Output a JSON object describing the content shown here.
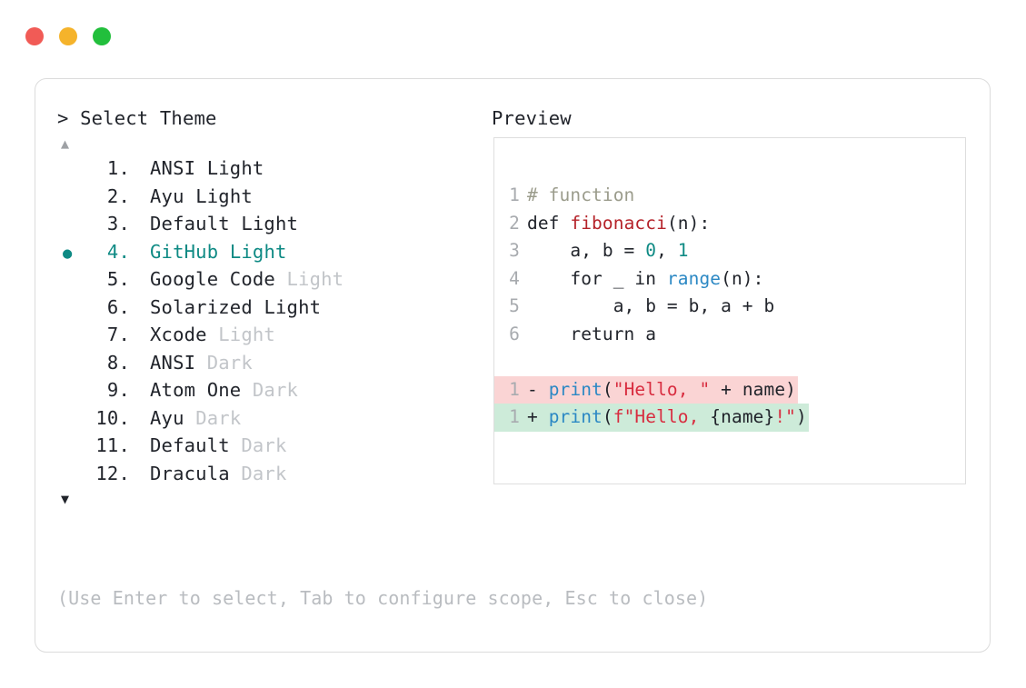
{
  "window": {
    "traffic_lights": [
      {
        "name": "close",
        "color": "#f15b56"
      },
      {
        "name": "minimize",
        "color": "#f5b32b"
      },
      {
        "name": "maximize",
        "color": "#22bf3c"
      }
    ]
  },
  "colors": {
    "accent_teal": "#0e8a84",
    "muted_gray": "#c2c5c9",
    "text": "#21242b",
    "hint": "#b9bcc0",
    "diff_del_bg": "#fad4d4",
    "diff_add_bg": "#cdebd9"
  },
  "left_panel": {
    "prompt": ">",
    "title": "Select Theme",
    "scroll_up_icon": "▲",
    "scroll_down_icon": "▼",
    "selected_index": 4,
    "selected_bullet": "●",
    "items": [
      {
        "index": "1.",
        "name": "ANSI",
        "variant": "Light",
        "variant_muted": false,
        "selected": false
      },
      {
        "index": "2.",
        "name": "Ayu",
        "variant": "Light",
        "variant_muted": false,
        "selected": false
      },
      {
        "index": "3.",
        "name": "Default",
        "variant": "Light",
        "variant_muted": false,
        "selected": false
      },
      {
        "index": "4.",
        "name": "GitHub",
        "variant": "Light",
        "variant_muted": false,
        "selected": true
      },
      {
        "index": "5.",
        "name": "Google Code",
        "variant": "Light",
        "variant_muted": true,
        "selected": false
      },
      {
        "index": "6.",
        "name": "Solarized",
        "variant": "Light",
        "variant_muted": false,
        "selected": false
      },
      {
        "index": "7.",
        "name": "Xcode",
        "variant": "Light",
        "variant_muted": true,
        "selected": false
      },
      {
        "index": "8.",
        "name": "ANSI",
        "variant": "Dark",
        "variant_muted": true,
        "selected": false
      },
      {
        "index": "9.",
        "name": "Atom One",
        "variant": "Dark",
        "variant_muted": true,
        "selected": false
      },
      {
        "index": "10.",
        "name": "Ayu",
        "variant": "Dark",
        "variant_muted": true,
        "selected": false
      },
      {
        "index": "11.",
        "name": "Default",
        "variant": "Dark",
        "variant_muted": true,
        "selected": false
      },
      {
        "index": "12.",
        "name": "Dracula",
        "variant": "Dark",
        "variant_muted": true,
        "selected": false
      }
    ]
  },
  "preview": {
    "title": "Preview",
    "code_lines": [
      {
        "ln": "1",
        "tokens": [
          {
            "t": "# function",
            "c": "comment"
          }
        ]
      },
      {
        "ln": "2",
        "tokens": [
          {
            "t": "def ",
            "c": "kw"
          },
          {
            "t": "fibonacci",
            "c": "fn"
          },
          {
            "t": "(n):",
            "c": "plain"
          }
        ]
      },
      {
        "ln": "3",
        "tokens": [
          {
            "t": "    a, b = ",
            "c": "plain"
          },
          {
            "t": "0",
            "c": "num"
          },
          {
            "t": ", ",
            "c": "plain"
          },
          {
            "t": "1",
            "c": "num"
          }
        ]
      },
      {
        "ln": "4",
        "tokens": [
          {
            "t": "    for _ in ",
            "c": "plain"
          },
          {
            "t": "range",
            "c": "builtin"
          },
          {
            "t": "(n):",
            "c": "plain"
          }
        ]
      },
      {
        "ln": "5",
        "tokens": [
          {
            "t": "        a, b = b, a + b",
            "c": "plain"
          }
        ]
      },
      {
        "ln": "6",
        "tokens": [
          {
            "t": "    return a",
            "c": "plain"
          }
        ]
      }
    ],
    "diff_lines": [
      {
        "ln": "1",
        "kind": "del",
        "sign": "-",
        "tokens": [
          {
            "t": "print",
            "c": "builtin"
          },
          {
            "t": "(",
            "c": "plain"
          },
          {
            "t": "\"Hello, \"",
            "c": "str"
          },
          {
            "t": " + name)",
            "c": "plain"
          }
        ]
      },
      {
        "ln": "1",
        "kind": "add",
        "sign": "+",
        "tokens": [
          {
            "t": "print",
            "c": "builtin"
          },
          {
            "t": "(",
            "c": "plain"
          },
          {
            "t": "f\"Hello, ",
            "c": "str"
          },
          {
            "t": "{name}",
            "c": "plain"
          },
          {
            "t": "!\"",
            "c": "str"
          },
          {
            "t": ")",
            "c": "plain"
          }
        ]
      }
    ]
  },
  "footer": {
    "hint": "(Use Enter to select, Tab to configure scope, Esc to close)"
  }
}
